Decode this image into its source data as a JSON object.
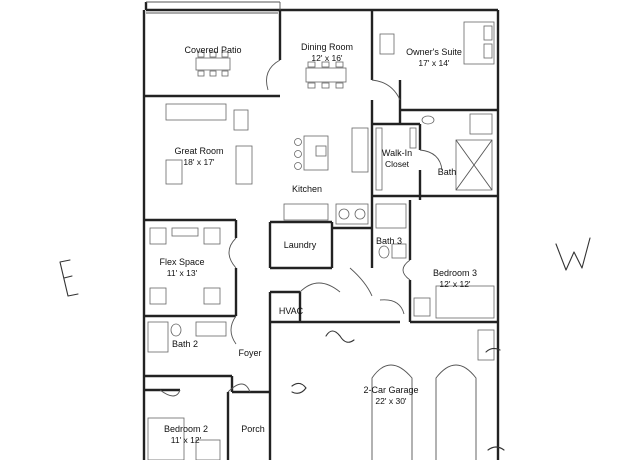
{
  "rooms": {
    "covered_patio": {
      "name": "Covered Patio",
      "dim": ""
    },
    "dining_room": {
      "name": "Dining Room",
      "dim": "12' x 16'"
    },
    "owners_suite": {
      "name": "Owner's Suite",
      "dim": "17' x 14'"
    },
    "great_room": {
      "name": "Great Room",
      "dim": "18' x 17'"
    },
    "kitchen": {
      "name": "Kitchen",
      "dim": ""
    },
    "walk_in_closet": {
      "name": "Walk-In Closet",
      "line1": "Walk-In",
      "line2": "Closet"
    },
    "bath": {
      "name": "Bath",
      "dim": ""
    },
    "laundry": {
      "name": "Laundry",
      "dim": ""
    },
    "bath_3": {
      "name": "Bath 3",
      "dim": ""
    },
    "flex_space": {
      "name": "Flex Space",
      "dim": "11' x 13'"
    },
    "bedroom_3": {
      "name": "Bedroom 3",
      "dim": "12' x 12'"
    },
    "hvac": {
      "name": "HVAC",
      "dim": ""
    },
    "bath_2": {
      "name": "Bath 2",
      "dim": ""
    },
    "foyer": {
      "name": "Foyer",
      "dim": ""
    },
    "garage": {
      "name": "2-Car Garage",
      "dim": "22' x 30'"
    },
    "bedroom_2": {
      "name": "Bedroom 2",
      "dim": "11' x 12'"
    },
    "porch": {
      "name": "Porch",
      "dim": ""
    }
  },
  "colors": {
    "wall": "#222222",
    "ink": "#111111",
    "background": "#ffffff"
  }
}
